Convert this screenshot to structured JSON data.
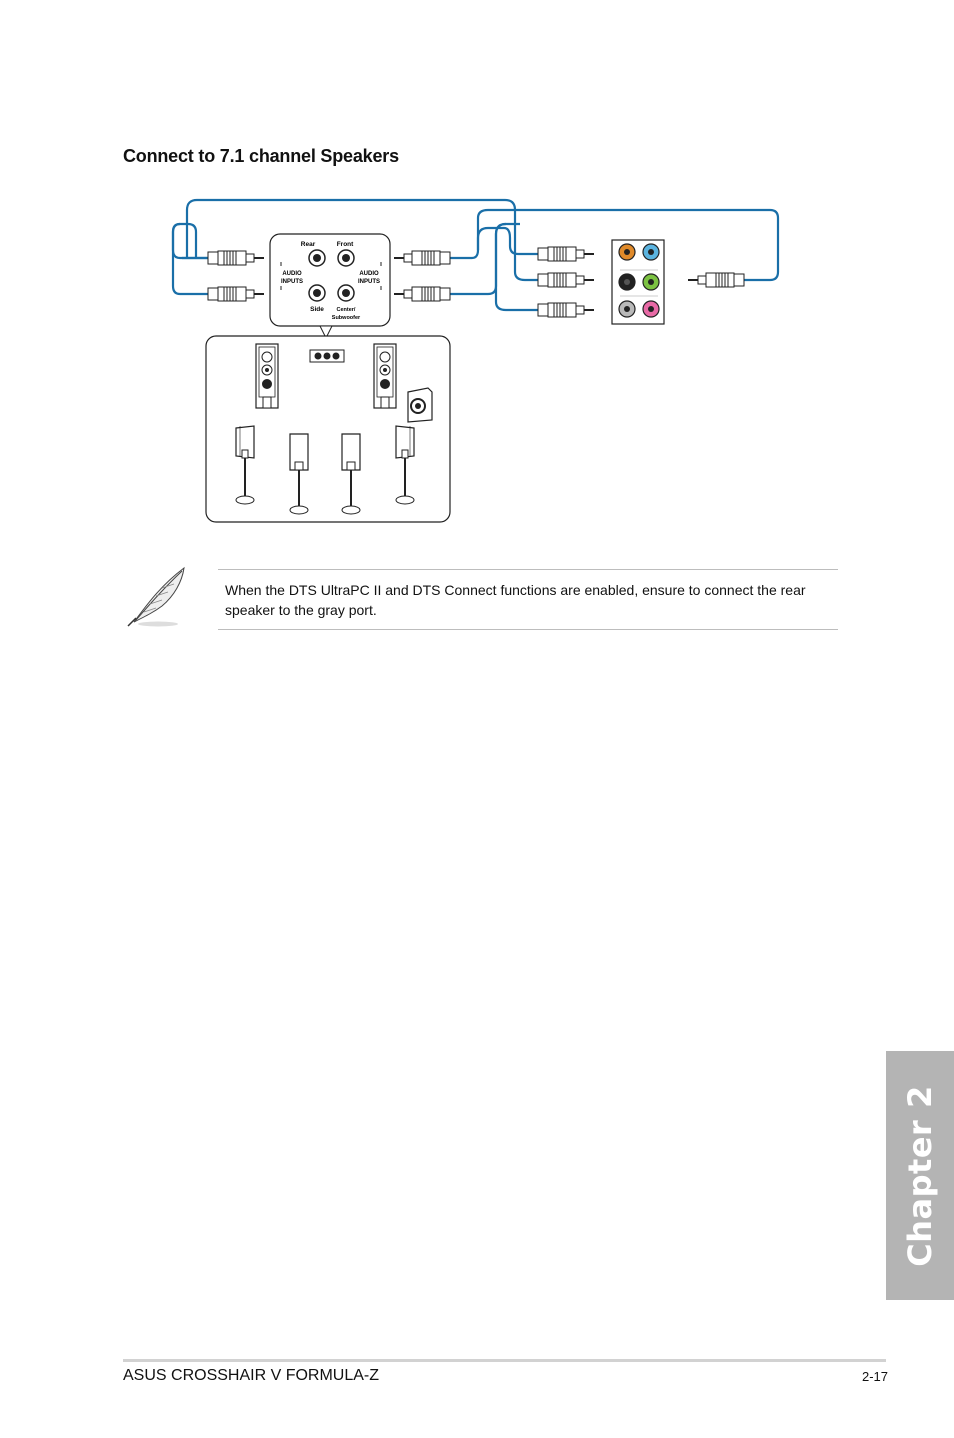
{
  "section": {
    "heading": "Connect to 7.1 channel Speakers"
  },
  "diagram": {
    "labels": {
      "rear": "Rear",
      "front": "Front",
      "audio_inputs_left_1": "AUDIO",
      "audio_inputs_left_2": "INPUTS",
      "audio_inputs_right_1": "AUDIO",
      "audio_inputs_right_2": "INPUTS",
      "side": "Side",
      "center_1": "Center/",
      "center_2": "Subwoofer"
    },
    "cable_color": "#1a6fa8",
    "port_colors": {
      "orange": "#e08a2a",
      "blue": "#5bb4e0",
      "black": "#222222",
      "green": "#7cc242",
      "gray": "#b9b9b9",
      "pink": "#e86aa6"
    }
  },
  "note": {
    "icon": "quill-pen-icon",
    "text": "When the DTS UltraPC II and DTS Connect functions are enabled, ensure to connect the rear speaker to the gray port."
  },
  "chapter_tab": {
    "label": "Chapter 2",
    "color": "#b4b4b4"
  },
  "footer": {
    "product": "ASUS CROSSHAIR V FORMULA-Z",
    "page": "2-17"
  }
}
